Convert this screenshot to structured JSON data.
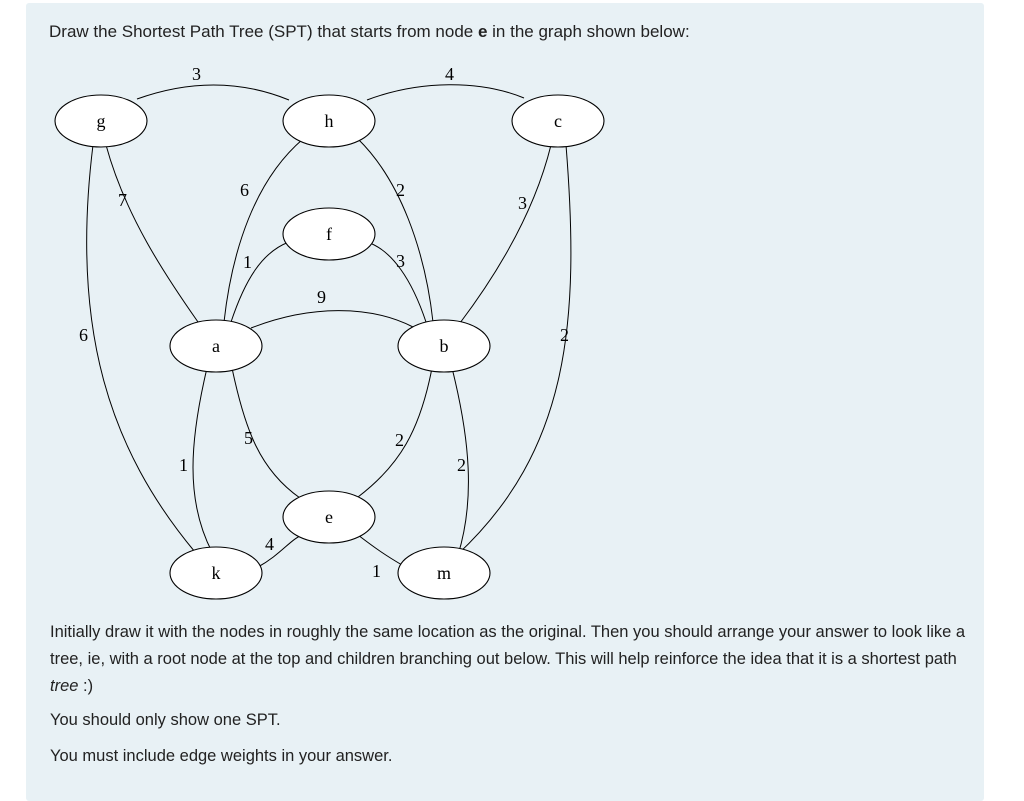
{
  "question": {
    "prompt_before": "Draw the Shortest Path Tree (SPT) that starts from node ",
    "prompt_node": "e",
    "prompt_after": " in the graph shown below:",
    "para1": "Initially draw it with the nodes in roughly the same location as the original. Then you should arrange your answer to look like a tree, ie, with a root node at the top and children branching out below. This will help reinforce the idea that it is a shortest path ",
    "para1_em": "tree",
    "para1_end": " :)",
    "para2": "You should only show one SPT.",
    "para3": "You must include edge weights in your answer."
  },
  "graph": {
    "nodes": [
      "g",
      "h",
      "c",
      "f",
      "a",
      "b",
      "e",
      "k",
      "m"
    ],
    "edges": [
      {
        "from": "g",
        "to": "h",
        "weight": "3"
      },
      {
        "from": "h",
        "to": "c",
        "weight": "4"
      },
      {
        "from": "g",
        "to": "a",
        "weight": "7"
      },
      {
        "from": "g",
        "to": "k",
        "weight": "6"
      },
      {
        "from": "h",
        "to": "a",
        "weight": "6"
      },
      {
        "from": "h",
        "to": "b",
        "weight": "2"
      },
      {
        "from": "a",
        "to": "f",
        "weight": "1"
      },
      {
        "from": "f",
        "to": "b",
        "weight": "3"
      },
      {
        "from": "a",
        "to": "b",
        "weight": "9"
      },
      {
        "from": "c",
        "to": "b",
        "weight": "3"
      },
      {
        "from": "c",
        "to": "m",
        "weight": "2"
      },
      {
        "from": "a",
        "to": "k",
        "weight": "1"
      },
      {
        "from": "a",
        "to": "e",
        "weight": "5"
      },
      {
        "from": "b",
        "to": "e",
        "weight": "2"
      },
      {
        "from": "b",
        "to": "m",
        "weight": "2"
      },
      {
        "from": "k",
        "to": "e",
        "weight": "4"
      },
      {
        "from": "e",
        "to": "m",
        "weight": "1"
      }
    ]
  }
}
